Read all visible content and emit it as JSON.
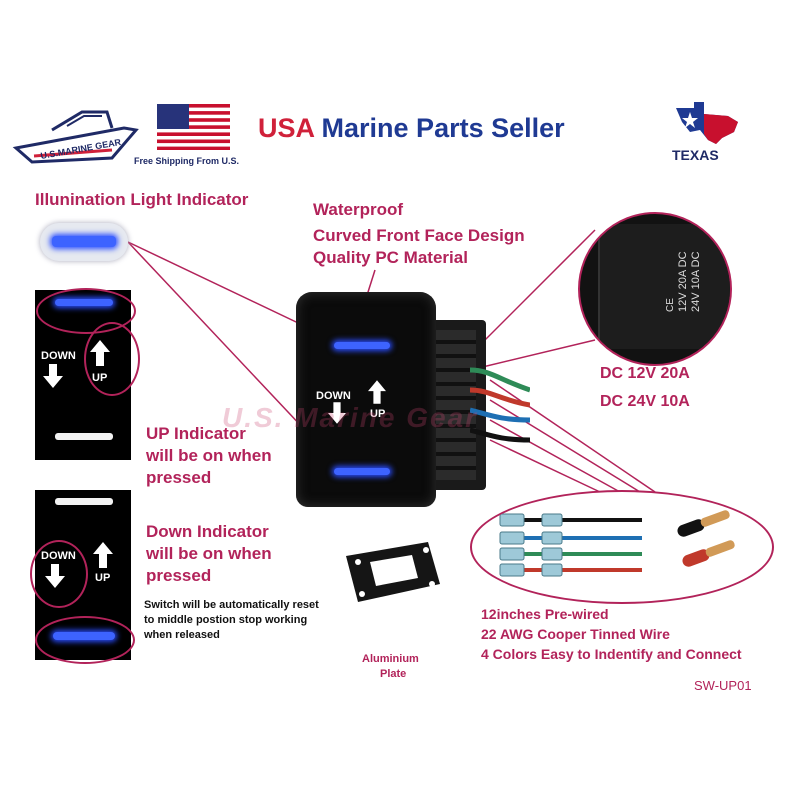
{
  "header": {
    "logo_text": "U.S.MARINE GEAR",
    "title_part1": "USA",
    "title_part2": "Marine Parts Seller",
    "shipping": "Free Shipping From U.S.",
    "texas_label": "TEXAS"
  },
  "illumination": {
    "heading": "Illunination Light Indicator"
  },
  "waterproof": {
    "line1": "Waterproof",
    "line2": "Curved Front Face Design",
    "line3": "Quality PC Material"
  },
  "switch_labels": {
    "down": "DOWN",
    "up": "UP"
  },
  "label_closeup": {
    "line1": "12V 20A  DC",
    "line2": "24V 10A  DC",
    "mark": "CE"
  },
  "ratings": {
    "line1": "DC 12V 20A",
    "line2": "DC 24V 10A"
  },
  "up_indicator": {
    "line1": "UP Indicator",
    "line2": "will be on when",
    "line3": "pressed"
  },
  "down_indicator": {
    "line1": "Down Indicator",
    "line2": "will be on when",
    "line3": "pressed"
  },
  "reset_note": {
    "line1": "Switch will be automatically reset",
    "line2": "to middle postion stop working",
    "line3": "when released"
  },
  "plate": {
    "line1": "Aluminium",
    "line2": "Plate"
  },
  "wiring": {
    "line1": "12inches Pre-wired",
    "line2": "22 AWG Cooper Tinned Wire",
    "line3": "4 Colors Easy to Indentify and Connect"
  },
  "watermark": "U.S. Marine Gear",
  "model": "SW-UP01",
  "colors": {
    "accent": "#b2235a",
    "indicator": "#3d63ff",
    "title_red": "#d0213a",
    "title_blue": "#1f3a93"
  }
}
